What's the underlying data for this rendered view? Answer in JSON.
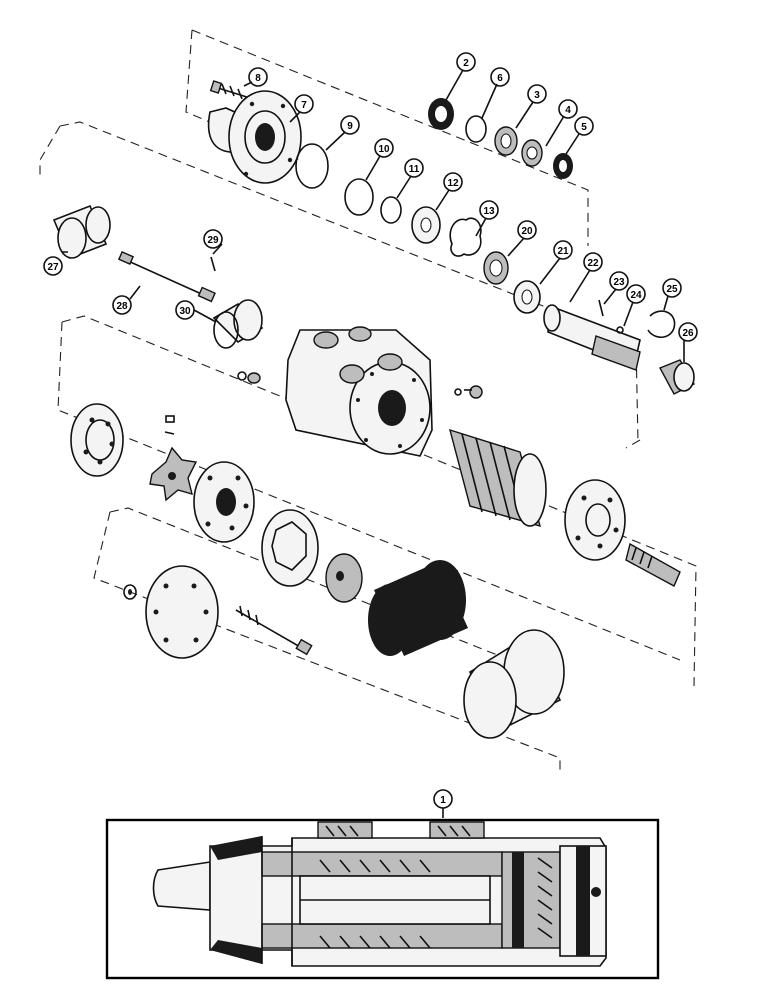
{
  "callouts": [
    {
      "id": "c1",
      "label": "1"
    },
    {
      "id": "c2",
      "label": "2"
    },
    {
      "id": "c3",
      "label": "3"
    },
    {
      "id": "c4",
      "label": "4"
    },
    {
      "id": "c5",
      "label": "5"
    },
    {
      "id": "c6",
      "label": "6"
    },
    {
      "id": "c7",
      "label": "7"
    },
    {
      "id": "c8",
      "label": "8"
    },
    {
      "id": "c9",
      "label": "9"
    },
    {
      "id": "c10",
      "label": "10"
    },
    {
      "id": "c11",
      "label": "11"
    },
    {
      "id": "c12",
      "label": "12"
    },
    {
      "id": "c13",
      "label": "13"
    },
    {
      "id": "c20",
      "label": "20"
    },
    {
      "id": "c21",
      "label": "21"
    },
    {
      "id": "c22",
      "label": "22"
    },
    {
      "id": "c23",
      "label": "23"
    },
    {
      "id": "c24",
      "label": "24"
    },
    {
      "id": "c25",
      "label": "25"
    },
    {
      "id": "c26",
      "label": "26"
    },
    {
      "id": "c27",
      "label": "27"
    },
    {
      "id": "c28",
      "label": "28"
    },
    {
      "id": "c29",
      "label": "29"
    },
    {
      "id": "c30",
      "label": "30"
    }
  ]
}
